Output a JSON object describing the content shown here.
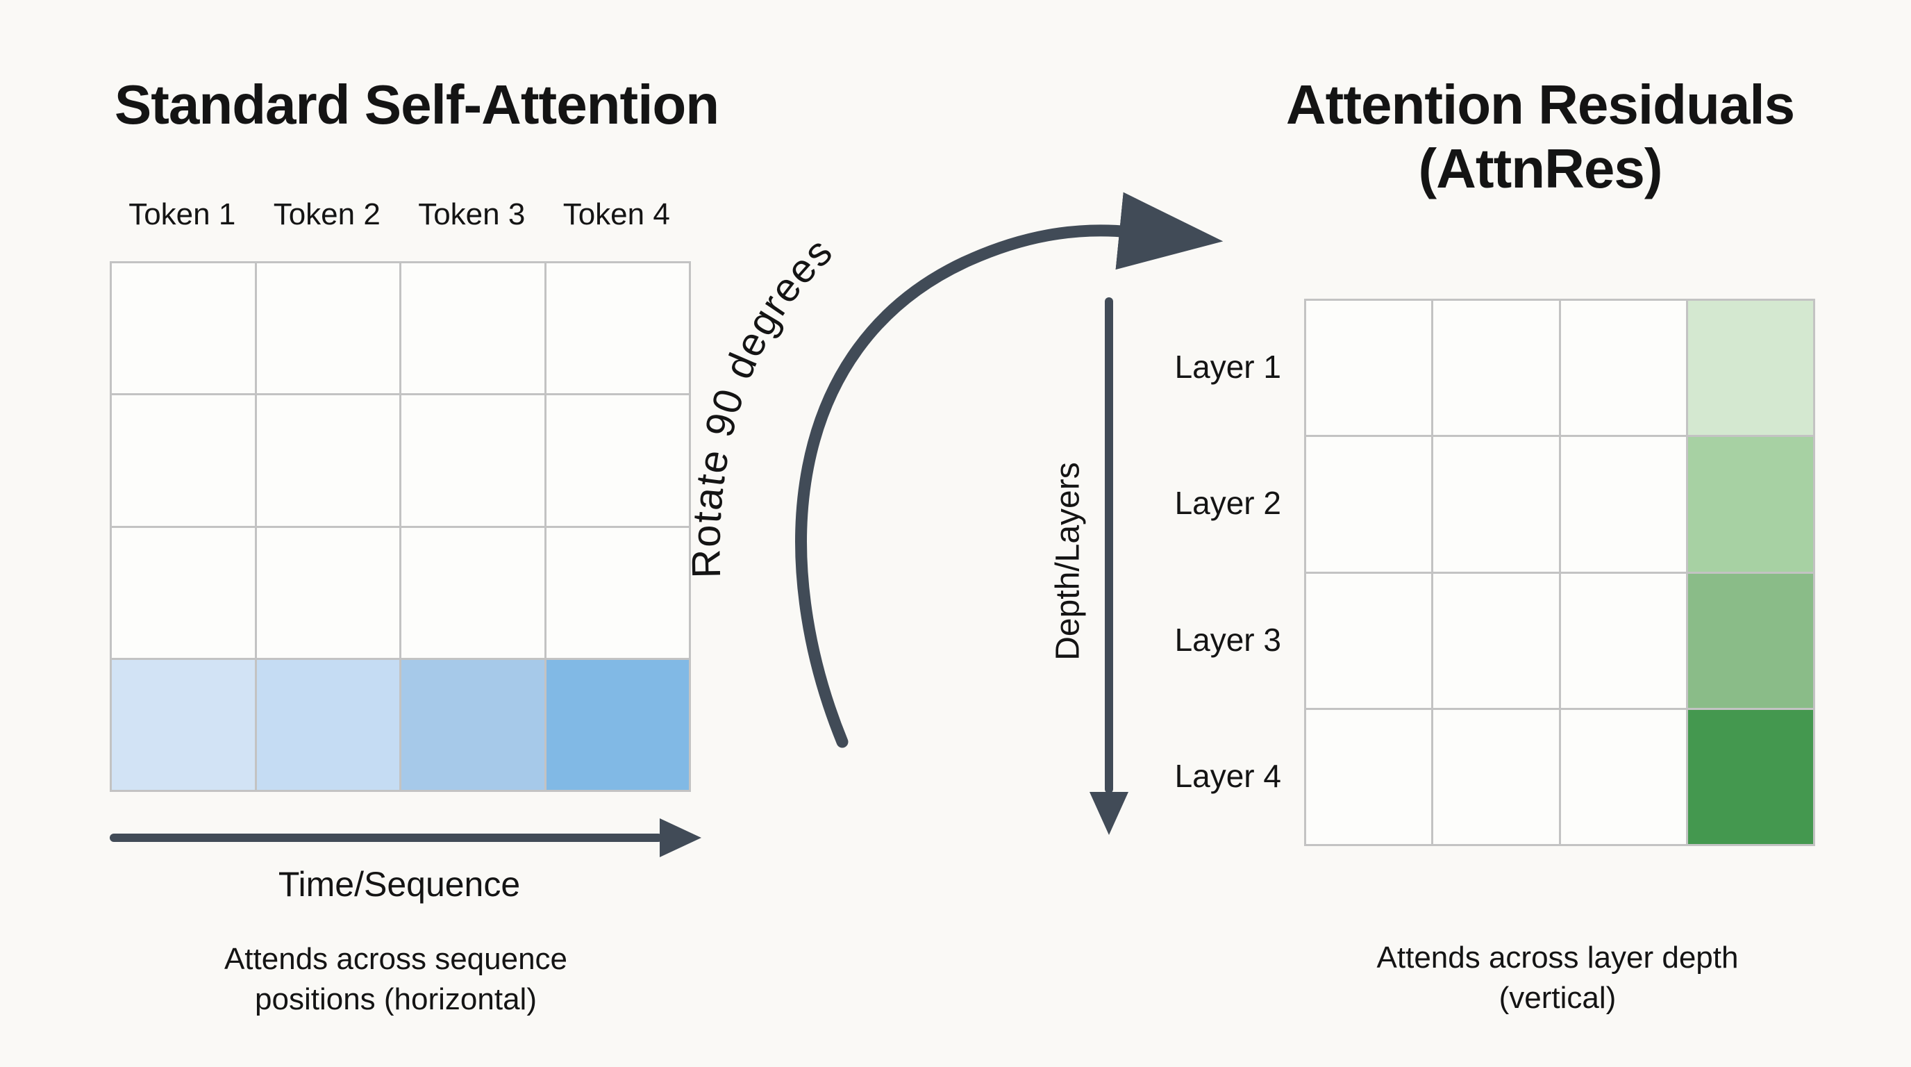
{
  "background_color": "#faf9f6",
  "arrow_color": "#414b57",
  "left_panel": {
    "title": "Standard Self-Attention",
    "column_labels": [
      "Token 1",
      "Token 2",
      "Token 3",
      "Token 4"
    ],
    "grid": {
      "rows": 4,
      "cols": 4,
      "highlight": "row",
      "highlight_index": 3,
      "cell_colors": [
        "#d2e3f5",
        "#c5dcf3",
        "#a6c9e9",
        "#81b9e5"
      ]
    },
    "axis_label": "Time/Sequence",
    "caption": [
      "Attends across sequence",
      "positions (horizontal)"
    ]
  },
  "center": {
    "rotate_label": "Rotate 90 degrees",
    "depth_axis_label": "Depth/Layers"
  },
  "right_panel": {
    "title": [
      "Attention Residuals",
      "(AttnRes)"
    ],
    "row_labels": [
      "Layer 1",
      "Layer 2",
      "Layer 3",
      "Layer 4"
    ],
    "grid": {
      "rows": 4,
      "cols": 4,
      "highlight": "col",
      "highlight_index": 3,
      "cell_colors": [
        "#d4e8d0",
        "#a7d1a3",
        "#8abc88",
        "#44984f"
      ]
    },
    "caption": [
      "Attends across layer depth",
      "(vertical)"
    ]
  }
}
